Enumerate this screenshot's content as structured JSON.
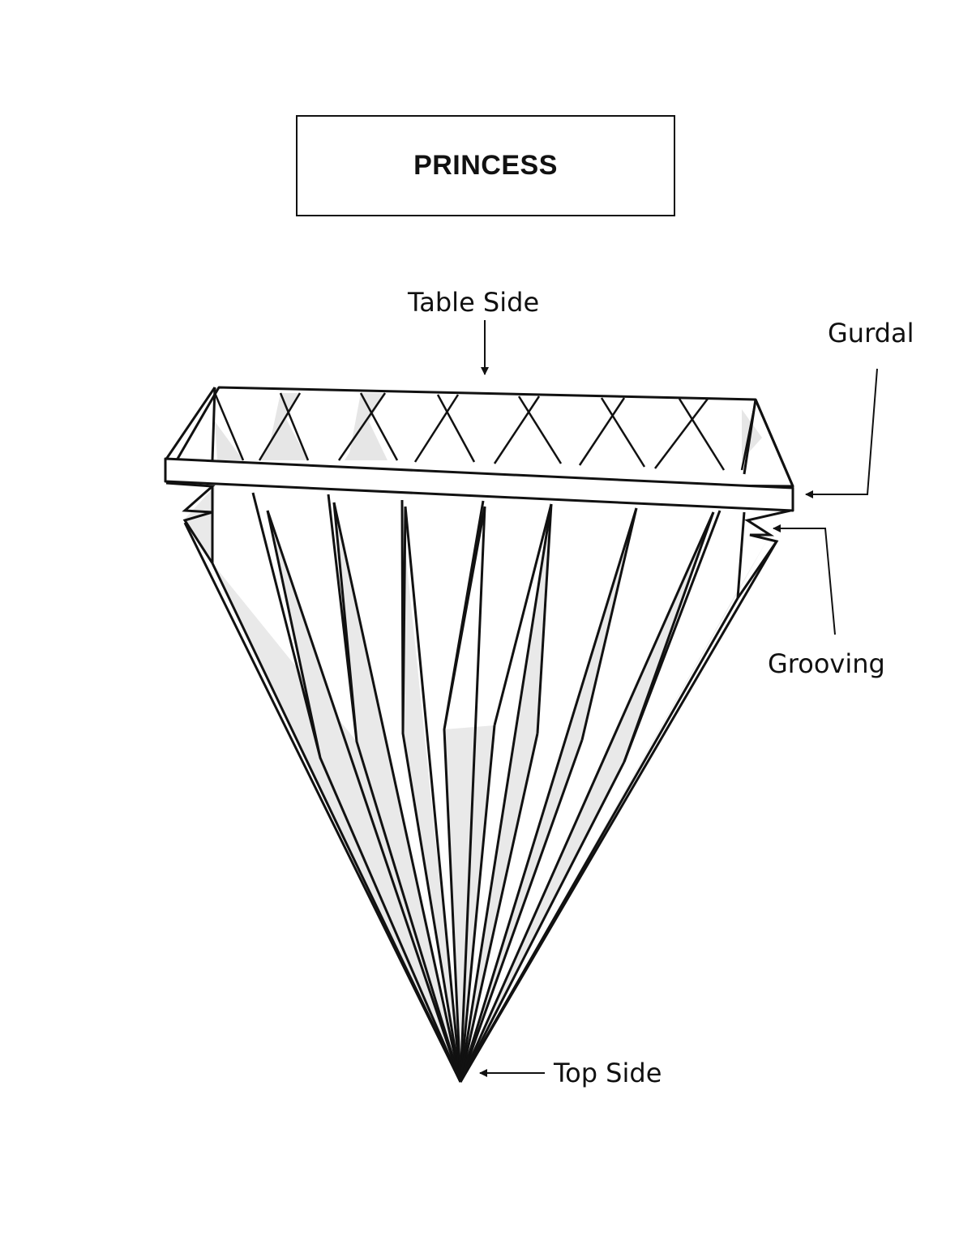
{
  "title": "PRINCESS",
  "labels": {
    "table_side": "Table Side",
    "gurdal": "Gurdal",
    "grooving": "Grooving",
    "top_side": "Top Side"
  },
  "colors": {
    "ink": "#111111",
    "shade": "#e6e6e6",
    "background": "#ffffff"
  }
}
